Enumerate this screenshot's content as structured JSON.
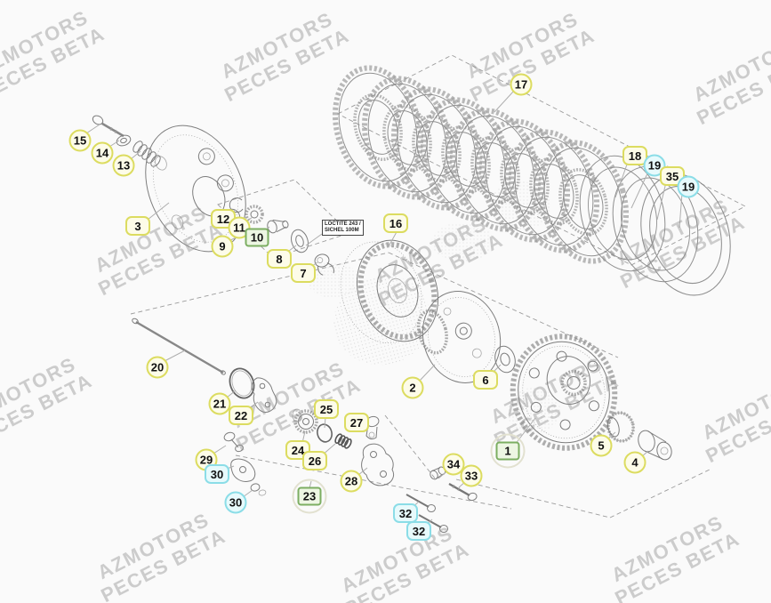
{
  "page": {
    "background": "#fafafa"
  },
  "watermark": {
    "line1": "AZMOTORS",
    "line2": "PECES BETA",
    "color": "#8c8c8c"
  },
  "note_label": {
    "line1": "LOCTITE 243 /",
    "line2": "SICHEL 100M"
  },
  "badge_colors": {
    "yellow_fill": "#fdfce8",
    "yellow_border": "#dcdc60",
    "cyan_fill": "#e7fafc",
    "cyan_border": "#8bdde7",
    "green_fill": "#edf6e3",
    "green_border": "#7cae62",
    "text": "#111111"
  },
  "callouts": [
    {
      "label": "15",
      "variant": "yellow",
      "shape": "circle"
    },
    {
      "label": "14",
      "variant": "yellow",
      "shape": "circle"
    },
    {
      "label": "13",
      "variant": "yellow",
      "shape": "circle"
    },
    {
      "label": "3",
      "variant": "yellow",
      "shape": "square"
    },
    {
      "label": "12",
      "variant": "yellow",
      "shape": "square"
    },
    {
      "label": "11",
      "variant": "yellow",
      "shape": "circle"
    },
    {
      "label": "10",
      "variant": "green",
      "shape": "square"
    },
    {
      "label": "9",
      "variant": "yellow",
      "shape": "circle"
    },
    {
      "label": "8",
      "variant": "yellow",
      "shape": "square"
    },
    {
      "label": "7",
      "variant": "yellow",
      "shape": "square"
    },
    {
      "label": "16",
      "variant": "yellow",
      "shape": "square"
    },
    {
      "label": "17",
      "variant": "yellow",
      "shape": "circle"
    },
    {
      "label": "18",
      "variant": "yellow",
      "shape": "square"
    },
    {
      "label": "19",
      "variant": "cyan",
      "shape": "circle"
    },
    {
      "label": "35",
      "variant": "yellow",
      "shape": "square"
    },
    {
      "label": "19",
      "variant": "cyan",
      "shape": "circle"
    },
    {
      "label": "20",
      "variant": "yellow",
      "shape": "circle"
    },
    {
      "label": "21",
      "variant": "yellow",
      "shape": "circle"
    },
    {
      "label": "22",
      "variant": "yellow",
      "shape": "square"
    },
    {
      "label": "25",
      "variant": "yellow",
      "shape": "square"
    },
    {
      "label": "24",
      "variant": "yellow",
      "shape": "square"
    },
    {
      "label": "26",
      "variant": "yellow",
      "shape": "square"
    },
    {
      "label": "27",
      "variant": "yellow",
      "shape": "square"
    },
    {
      "label": "28",
      "variant": "yellow",
      "shape": "circle"
    },
    {
      "label": "29",
      "variant": "yellow",
      "shape": "circle"
    },
    {
      "label": "30",
      "variant": "cyan",
      "shape": "square"
    },
    {
      "label": "30",
      "variant": "cyan",
      "shape": "circle"
    },
    {
      "label": "23",
      "variant": "green",
      "shape": "square"
    },
    {
      "label": "2",
      "variant": "yellow",
      "shape": "circle"
    },
    {
      "label": "6",
      "variant": "yellow",
      "shape": "square"
    },
    {
      "label": "1",
      "variant": "green",
      "shape": "square"
    },
    {
      "label": "5",
      "variant": "yellow",
      "shape": "circle"
    },
    {
      "label": "4",
      "variant": "yellow",
      "shape": "circle"
    },
    {
      "label": "34",
      "variant": "yellow",
      "shape": "circle"
    },
    {
      "label": "33",
      "variant": "yellow",
      "shape": "circle"
    },
    {
      "label": "32",
      "variant": "cyan",
      "shape": "square"
    },
    {
      "label": "32",
      "variant": "cyan",
      "shape": "square"
    }
  ]
}
